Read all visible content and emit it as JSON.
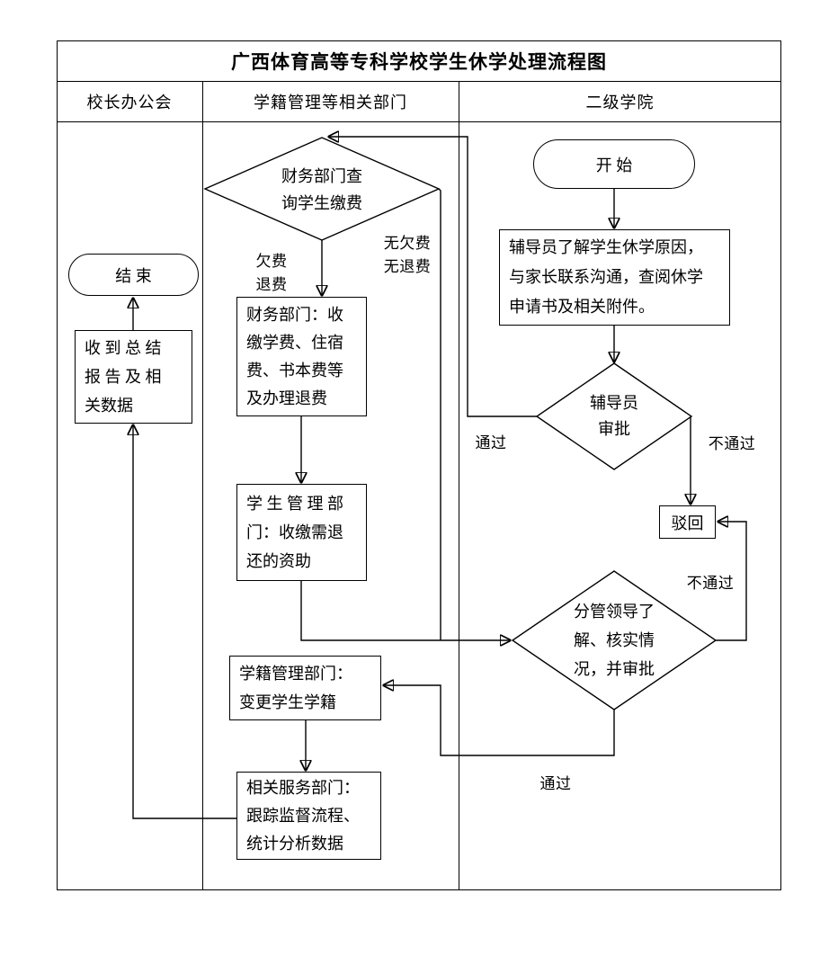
{
  "title": "广西体育高等专科学校学生休学处理流程图",
  "lanes": {
    "president_office": "校长办公会",
    "registry_departments": "学籍管理等相关部门",
    "secondary_college": "二级学院"
  },
  "nodes": {
    "start": {
      "label": "开 始"
    },
    "counselor_review": {
      "lines": [
        "辅导员了解学生休学原因，",
        "与家长联系沟通，查阅休学",
        "申请书及相关附件。"
      ]
    },
    "counselor_approval": {
      "lines": [
        "辅导员",
        "审批"
      ]
    },
    "reject": {
      "label": "驳回"
    },
    "leader_approval": {
      "lines": [
        "分管领导了",
        "解、核实情",
        "况，并审批"
      ]
    },
    "finance_check": {
      "lines": [
        "财务部门查",
        "询学生缴费"
      ]
    },
    "finance_collect": {
      "lines": [
        "财务部门：收",
        "缴学费、住宿",
        "费、书本费等",
        "及办理退费"
      ]
    },
    "student_aid_collect": {
      "lines": [
        "学 生 管 理 部",
        "门：收缴需退",
        "还的资助"
      ]
    },
    "registry_change": {
      "lines": [
        "学籍管理部门：",
        "变更学生学籍"
      ]
    },
    "service_track": {
      "lines": [
        "相关服务部门：",
        "跟踪监督流程、",
        "统计分析数据"
      ]
    },
    "summary_report": {
      "lines": [
        "收 到 总 结",
        "报 告 及 相",
        "关数据"
      ]
    },
    "end": {
      "label": "结 束"
    }
  },
  "edge_labels": {
    "counselor_pass": "通过",
    "counselor_fail": "不通过",
    "leader_pass": "通过",
    "leader_fail": "不通过",
    "owe_fee": {
      "lines": [
        "欠费",
        "退费"
      ]
    },
    "no_owe_fee": {
      "lines": [
        "无欠费",
        "无退费"
      ]
    }
  },
  "colors": {
    "line": "#000000",
    "background": "#ffffff",
    "text": "#000000"
  }
}
